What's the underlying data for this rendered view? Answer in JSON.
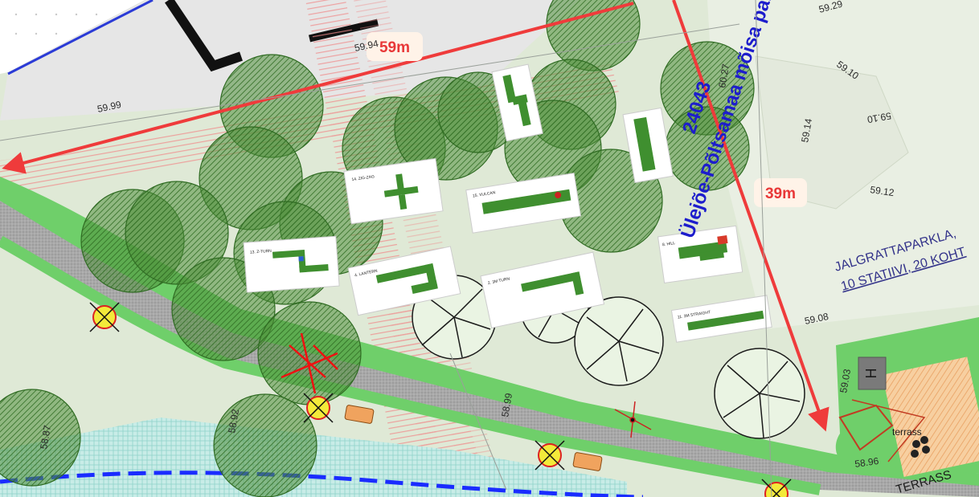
{
  "colors": {
    "grass": "#dfe9d6",
    "grass_light": "#e7efe0",
    "green_strip": "#6fcf6a",
    "road": "#a9a9a9",
    "water": "#bfe8e4",
    "river_blue": "#1a2cff",
    "arrow_red": "#ef3b3b",
    "tree_dark": "#3f7f2e",
    "terrace_orange": "#f5c28a",
    "label_blue": "#1d1dcc",
    "jalg_blue": "#33338a"
  },
  "measurements": {
    "width_label": "59m",
    "depth_label": "39m"
  },
  "park": {
    "area_label": "24043",
    "name_label": "Ülejõe-Põltsamaa mõisa park"
  },
  "bike_parking": {
    "line1": "JALGRATTAPARKLA,",
    "line2": "10 STATIIVI, 20 KOHT"
  },
  "elevations": [
    "59.29",
    "59.99",
    "59.94",
    "59.10",
    "60.27",
    "59.14",
    "59.12",
    "59.08",
    "59.03",
    "58.96",
    "58.99",
    "58.87",
    "58.92",
    "59.10"
  ],
  "obstacle_cards": [
    {
      "title": "13. Z-TURN"
    },
    {
      "title": "14. ZIG-ZAG"
    },
    {
      "title": "15. VULCAN"
    },
    {
      "title": "4. LANTERN"
    },
    {
      "title": "2. 3M TURN"
    },
    {
      "title": "8. HILL"
    },
    {
      "title": "11. 3M STRAIGHT"
    },
    {
      "title": ""
    },
    {
      "title": ""
    }
  ],
  "heliport_symbol": "H",
  "terrace_label": "terrass",
  "terrace_bottom_label": "TERRASS"
}
